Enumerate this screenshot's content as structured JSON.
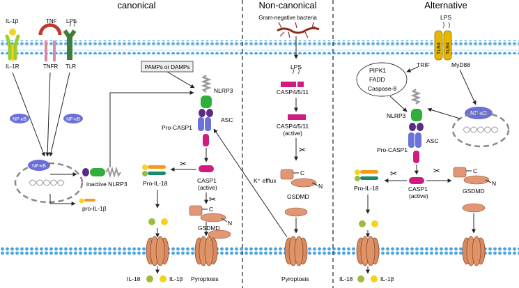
{
  "sections": {
    "canonical": "canonical",
    "noncanonical": "Non-canonical",
    "alternative": "Alternative"
  },
  "canonical": {
    "ligand_il1b": "IL-1β",
    "ligand_tnf": "TNF",
    "ligand_lps": "LPS",
    "receptor_il1r": "IL-1R",
    "receptor_tnfr": "TNFR",
    "receptor_tlr": "TLR",
    "nfkb_a": "NF-κB",
    "nfkb_b": "NF-κB",
    "nfkb_nuclear": "NF-κB",
    "inactive_nlrp3": "inactive NLRP3",
    "pro_il1b": "pro-IL-1β",
    "pamps": "PAMPs or DAMPs",
    "nlrp3": "NLRP3",
    "asc": "ASC",
    "pro_casp1": "Pro-CASP1",
    "casp1": "CASP1",
    "casp1_active": "(active)",
    "pro_il18": "Pro-IL-18",
    "c_term": "C",
    "n_term": "N",
    "gsdmd": "GSDMD",
    "out_il18": "IL-18",
    "out_il1b": "IL-1β",
    "pyroptosis": "Pyroptosis"
  },
  "noncanonical": {
    "bacteria": "Gram-negative bacteria",
    "lps": "LPS",
    "casp4511": "CASP4/5/11",
    "casp4511_active_1": "CASP4/5/11",
    "casp4511_active_2": "(active)",
    "c_term": "C",
    "n_term": "N",
    "gsdmd": "GSDMD",
    "k_efflux": "K⁺ efflux",
    "pyroptosis": "Pyroptosis"
  },
  "alternative": {
    "lps": "LPS",
    "tlr4_a": "TLR4",
    "tlr4_b": "TLR4",
    "trif": "TRIF",
    "myd88": "MyD88",
    "ripk1": "PIPK1",
    "fadd": "FADD",
    "caspase8": "Caspase-8",
    "nfkb": "NF-κB",
    "nlrp3": "NLRP3",
    "asc": "ASC",
    "pro_casp1": "Pro-CASP1",
    "pro_il18": "Pro-IL-18",
    "casp1": "CASP1",
    "casp1_active": "(active)",
    "c_term": "C",
    "n_term": "N",
    "gsdmd": "GSDMD",
    "out_il18": "IL-18",
    "out_il1b": "IL-1β"
  },
  "colors": {
    "membrane": "#4aa3df",
    "il1b_yellow": "#f5d21b",
    "il1r_green": "#9acd32",
    "tnfr_red": "#c0392b",
    "tlr_darkgreen": "#3f7d3a",
    "nlrp3_green": "#2fae3a",
    "asc_purple": "#5b2c83",
    "casp_blue": "#6a73d8",
    "casp_magenta": "#d01c7f",
    "gsdmd_salmon": "#e39673",
    "pore_brown": "#d9895f",
    "nfkb_blue": "#6b6fd6",
    "il18_olive": "#9bbb3c",
    "pro_orange": "#f39a1f",
    "tlr4_gold": "#e8b800"
  }
}
